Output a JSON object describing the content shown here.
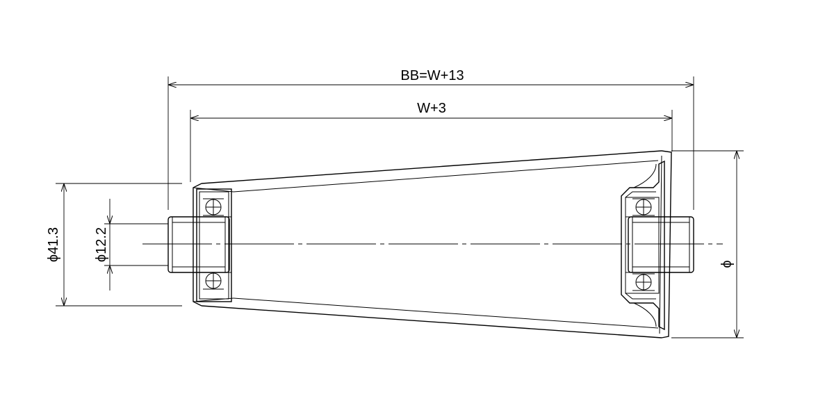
{
  "labels": {
    "bb_width": "BB=W+13",
    "roller_width": "W+3",
    "hub_diameter": "ϕ41.3",
    "shaft_diameter": "ϕ12.2",
    "large_diameter": "ϕ"
  }
}
